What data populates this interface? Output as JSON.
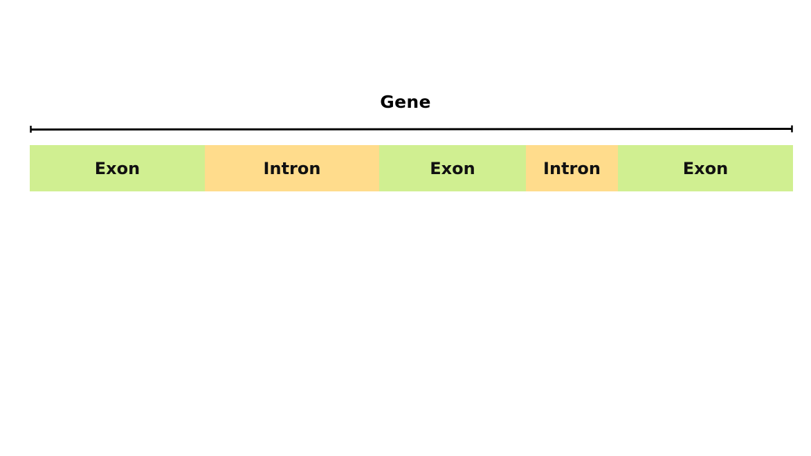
{
  "diagram": {
    "title": "Gene",
    "colors": {
      "exon": "#d0ef91",
      "intron": "#ffdc8c",
      "line": "#000000"
    },
    "segments": [
      {
        "label": "Exon",
        "kind": "exon"
      },
      {
        "label": "Intron",
        "kind": "intron"
      },
      {
        "label": "Exon",
        "kind": "exon"
      },
      {
        "label": "Intron",
        "kind": "intron"
      },
      {
        "label": "Exon",
        "kind": "exon"
      }
    ]
  }
}
